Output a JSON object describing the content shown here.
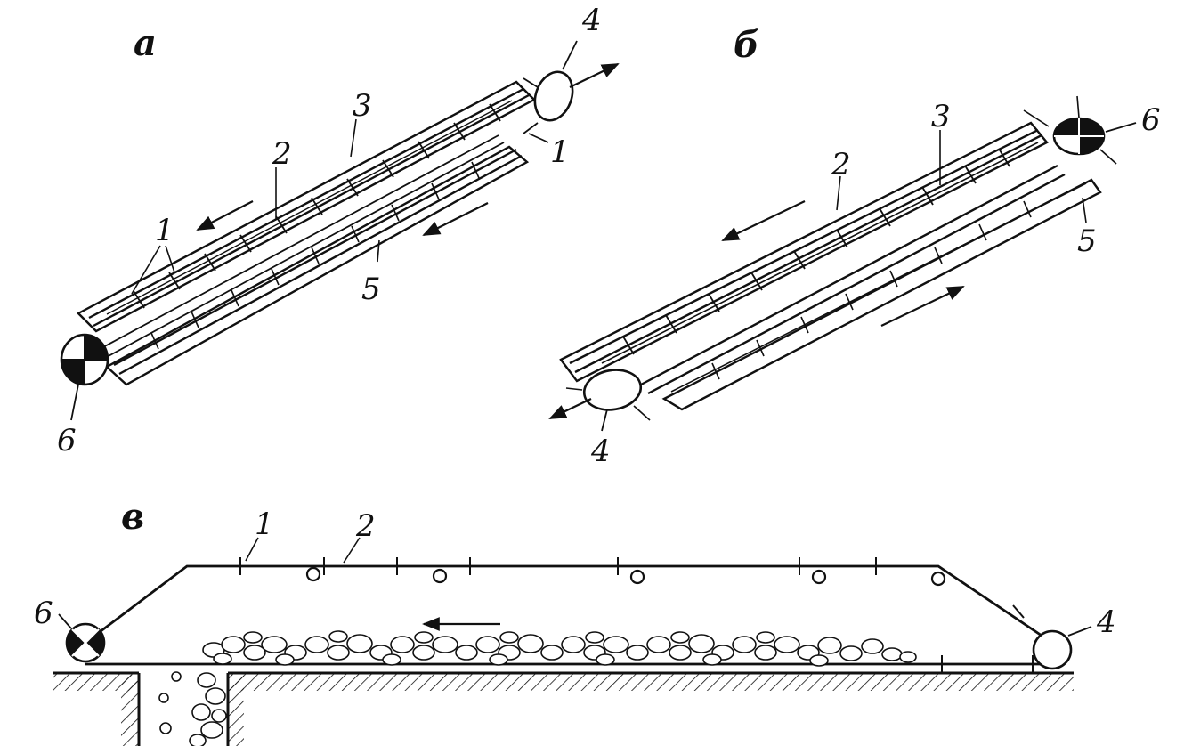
{
  "panels": {
    "a": {
      "letter": "а",
      "labels": {
        "l1_top": "1",
        "l1_left": "1",
        "l2": "2",
        "l3": "3",
        "l4": "4",
        "l5": "5",
        "l6": "6"
      }
    },
    "b": {
      "letter": "б",
      "labels": {
        "l2": "2",
        "l3": "3",
        "l4": "4",
        "l5": "5",
        "l6": "6"
      }
    },
    "c": {
      "letter": "в",
      "labels": {
        "l1": "1",
        "l2": "2",
        "l4": "4",
        "l6": "6"
      }
    }
  },
  "colors": {
    "ink": "#111111",
    "paper": "#ffffff"
  }
}
